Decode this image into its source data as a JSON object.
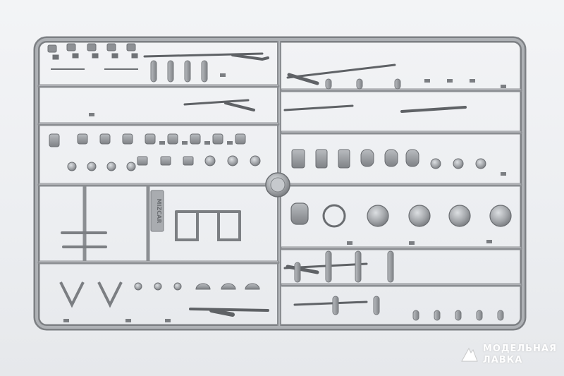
{
  "photo": {
    "subject": "sprue",
    "sprue_mark": "MIZCAR",
    "background_color": "#eceef1",
    "plastic_color": "#9c9fa3",
    "plastic_dark": "#6f7276",
    "plastic_light": "#c3c6ca",
    "tag_color": "#7b7e82"
  },
  "watermark": {
    "line1": "МОДЕЛЬНАЯ",
    "line2": "ЛАВКА",
    "logo_icon": "mountain-logo-icon"
  }
}
